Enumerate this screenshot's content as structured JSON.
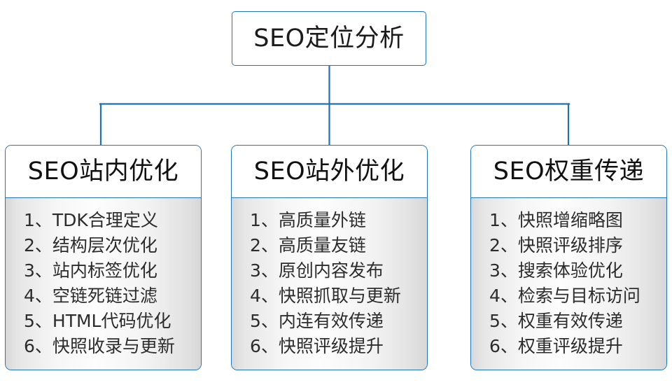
{
  "diagram": {
    "type": "org-chart",
    "colors": {
      "connector": "#1a72b8",
      "node_border": "#2277bb",
      "header_background": "#ffffff",
      "body_gradient_light": "#fdfdfd",
      "body_gradient_dark": "#d7d7d7",
      "text": "#1b1b1b"
    },
    "root": {
      "label": "SEO定位分析"
    },
    "branches": [
      {
        "header": "SEO站内优化",
        "items": [
          "1、TDK合理定义",
          "2、结构层次优化",
          "3、站内标签优化",
          "4、空链死链过滤",
          "5、HTML代码优化",
          "6、快照收录与更新"
        ]
      },
      {
        "header": "SEO站外优化",
        "items": [
          "1、高质量外链",
          "2、高质量友链",
          "3、原创内容发布",
          "4、快照抓取与更新",
          "5、内连有效传递",
          "6、快照评级提升"
        ]
      },
      {
        "header": "SEO权重传递",
        "items": [
          "1、快照增缩略图",
          "2、快照评级排序",
          "3、搜索体验优化",
          "4、检索与目标访问",
          "5、权重有效传递",
          "6、权重评级提升"
        ]
      }
    ]
  }
}
